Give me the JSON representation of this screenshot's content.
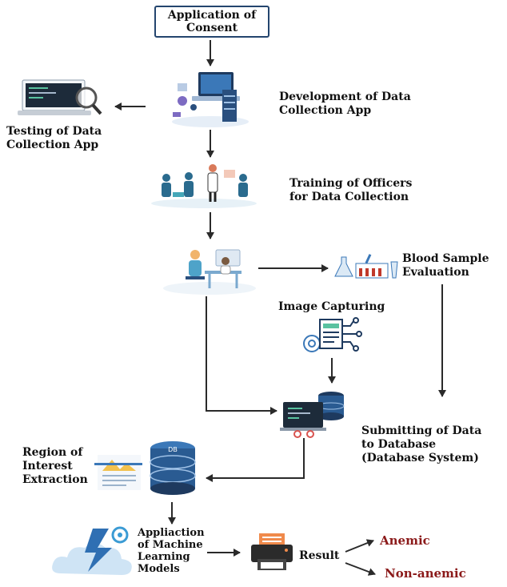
{
  "nodes": {
    "consent": "Application of\nConsent",
    "development": "Development of Data\nCollection App",
    "testing": "Testing of Data\nCollection App",
    "training": "Training of Officers\nfor Data Collection",
    "blood": "Blood Sample\nEvaluation",
    "image": "Image Capturing",
    "submitting": "Submitting of Data\nto Database\n(Database System)",
    "roi": "Region of\nInterest\nExtraction",
    "ml": "Appliaction\nof Machine\nLearning\nModels",
    "result": "Result",
    "anemic": "Anemic",
    "nonanemic": "Non-anemic"
  },
  "database_badge": "DB",
  "colors": {
    "box_border": "#24456e",
    "arrow": "#2a2a2a",
    "output_text": "#8b1a1a",
    "icon_blue": "#3b78b8",
    "icon_dark": "#1e3a5f"
  }
}
